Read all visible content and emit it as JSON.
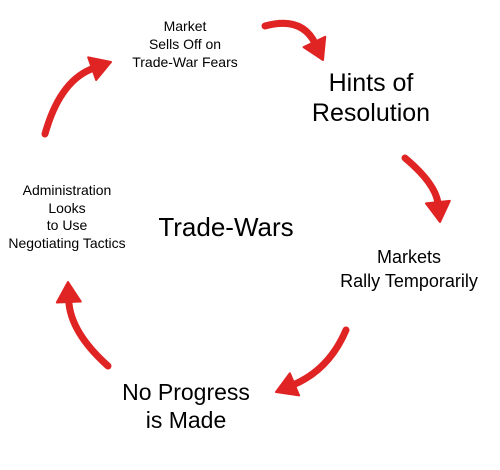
{
  "diagram": {
    "center": "Trade-Wars",
    "nodes": {
      "market_sells_off": [
        "Market",
        "Sells Off on",
        "Trade-War Fears"
      ],
      "hints": [
        "Hints of",
        "Resolution"
      ],
      "markets_rally": [
        "Markets",
        "Rally Temporarily"
      ],
      "no_progress": [
        "No Progress",
        "is Made"
      ],
      "administration": [
        "Administration",
        "Looks",
        "to Use",
        "Negotiating Tactics"
      ]
    },
    "arrow_color": "#e02424"
  }
}
